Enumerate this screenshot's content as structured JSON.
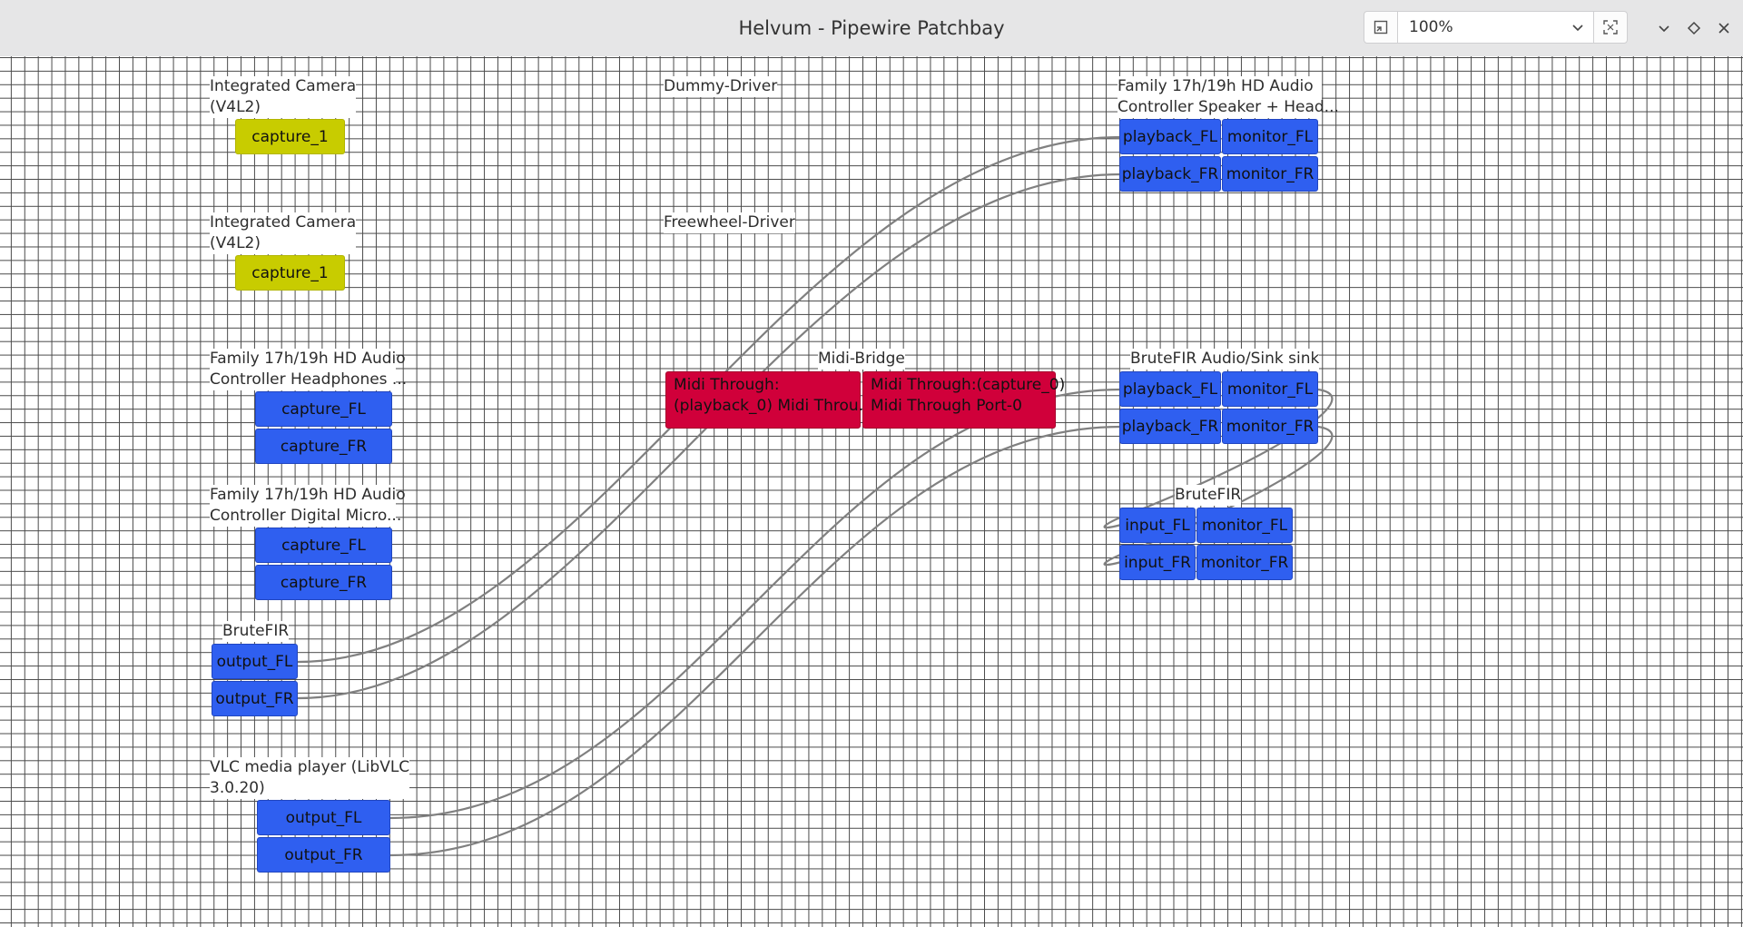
{
  "window": {
    "title": "Helvum - Pipewire Patchbay"
  },
  "toolbar": {
    "zoom_value": "100%"
  },
  "icons": {
    "zoom_reset": "zoom-reset-icon",
    "zoom_dropdown": "chevron-down-icon",
    "zoom_fit": "zoom-fit-icon",
    "minimize": "minimize-icon",
    "maximize": "maximize-icon",
    "close": "close-icon"
  },
  "colors": {
    "video_port": "#c8cc00",
    "audio_port": "#2f5ff0",
    "midi_port": "#d0003a",
    "link": "#808080"
  },
  "nodes": {
    "camera1": {
      "title_line1": "Integrated Camera",
      "title_line2": "(V4L2)",
      "port": "capture_1"
    },
    "camera2": {
      "title_line1": "Integrated Camera",
      "title_line2": "(V4L2)",
      "port": "capture_1"
    },
    "dummy": {
      "title": "Dummy-Driver"
    },
    "freewheel": {
      "title": "Freewheel-Driver"
    },
    "speaker": {
      "title_line1": "Family 17h/19h HD Audio",
      "title_line2": "Controller Speaker + Head...",
      "ports": [
        "playback_FL",
        "monitor_FL",
        "playback_FR",
        "monitor_FR"
      ]
    },
    "headphones": {
      "title_line1": "Family 17h/19h HD Audio",
      "title_line2": "Controller Headphones ...",
      "ports": [
        "capture_FL",
        "capture_FR"
      ]
    },
    "digital_mic": {
      "title_line1": "Family 17h/19h HD Audio",
      "title_line2": "Controller Digital Micro...",
      "ports": [
        "capture_FL",
        "capture_FR"
      ]
    },
    "midi_bridge": {
      "title": "Midi-Bridge",
      "in_line1": "Midi Through:",
      "in_line2": "(playback_0) Midi Throu...",
      "out_line1": "Midi Through:(capture_0)",
      "out_line2": "Midi Through Port-0"
    },
    "brutefir_sink": {
      "title": "BruteFIR Audio/Sink sink",
      "ports": [
        "playback_FL",
        "monitor_FL",
        "playback_FR",
        "monitor_FR"
      ]
    },
    "brutefir_filter": {
      "title": "BruteFIR",
      "ports": [
        "input_FL",
        "monitor_FL",
        "input_FR",
        "monitor_FR"
      ]
    },
    "brutefir_out": {
      "title": "BruteFIR",
      "ports": [
        "output_FL",
        "output_FR"
      ]
    },
    "vlc": {
      "title_line1": "VLC media player (LibVLC",
      "title_line2": "3.0.20)",
      "ports": [
        "output_FL",
        "output_FR"
      ]
    }
  }
}
